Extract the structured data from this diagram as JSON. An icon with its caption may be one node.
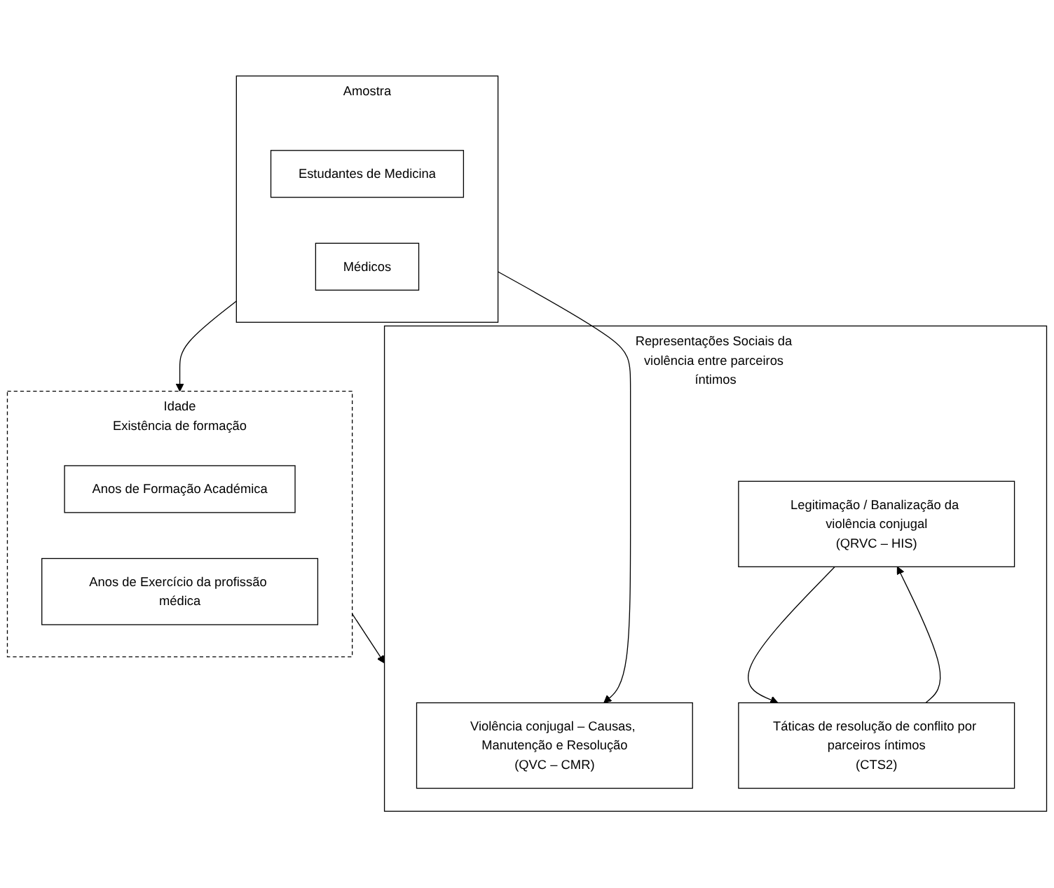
{
  "diagram": {
    "nodes": [
      {
        "text": [
          "Amostra"
        ]
      },
      {
        "text": [
          "Estudantes de Medicina"
        ],
        "in": 0
      },
      {
        "text": [
          "Médicos"
        ],
        "in": 0
      },
      {
        "text": [
          "Idade",
          "Existência de formação"
        ]
      },
      {
        "text": [
          "Anos de Formação Académica"
        ],
        "in": 3
      },
      {
        "text": [
          "Anos de Exercício da profissão médica"
        ],
        "in": 3
      },
      {
        "text": [
          "Representações Sociais da violência entre parceiros íntimos"
        ]
      },
      {
        "text": [
          "Violência conjugal – Causas, Manutenção e Resolução",
          "(QVC – CMR)"
        ],
        "in": 6
      },
      {
        "text": [
          "Legitimação / Banalização da violência conjugal",
          "(QRVC – HIS)"
        ],
        "in": 6
      },
      {
        "text": [
          "Táticas de resolução de conflito por parceiros íntimos",
          "(CTS2)"
        ],
        "in": 6
      }
    ],
    "edges": [
      {
        "from": 0,
        "to": 3,
        "arrow": "to"
      },
      {
        "from": 3,
        "to": 6,
        "arrow": "to"
      },
      {
        "from": 0,
        "to": 7,
        "arrow": "to"
      },
      {
        "from": 9,
        "to": 8,
        "arrow": "to"
      },
      {
        "from": 8,
        "to": 9,
        "arrow": "to"
      }
    ]
  }
}
